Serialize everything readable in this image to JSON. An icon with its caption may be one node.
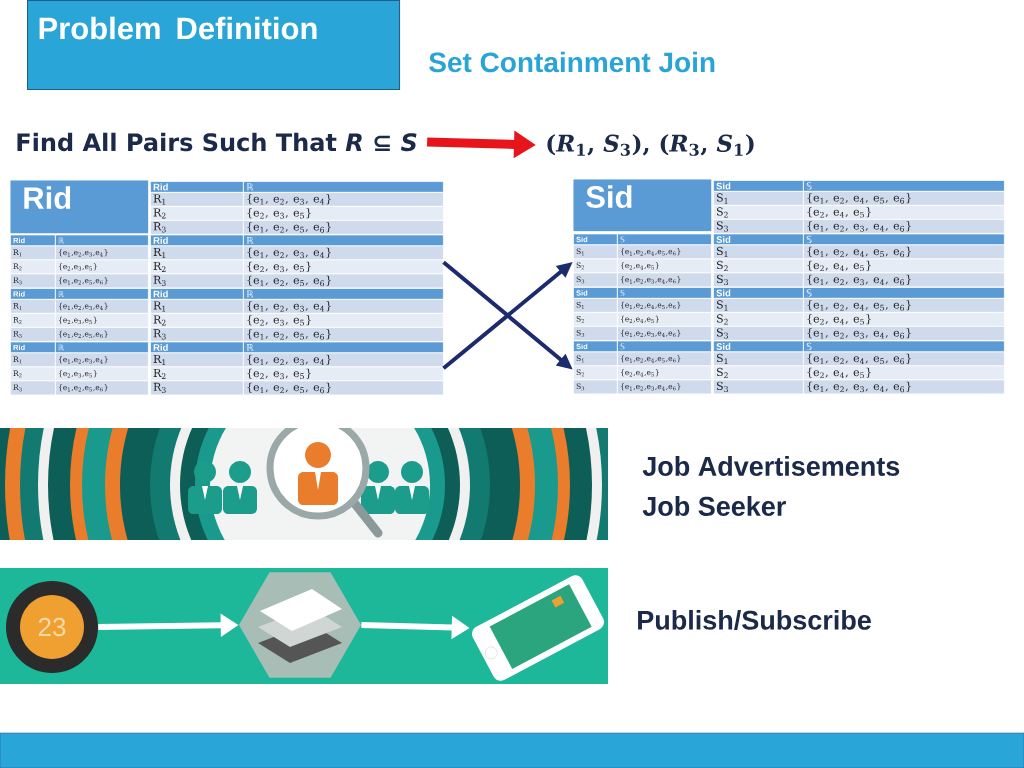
{
  "diagram": {
    "title": "Problem Definition",
    "nodes": [
      {
        "text": [
          "Find All Pairs Such That *R* ⊆ *S*"
        ]
      },
      {
        "text": [
          "(*R*$_{1}$, *S*$_{3}$), (*R*$_{3}$, *S*$_{1}$)"
        ]
      },
      {
        "text": [
          "Rid"
        ]
      },
      {
        "text": [
          "Sid"
        ]
      },
      {
        "text": [
          "23"
        ]
      },
      {
        "text": [],
        "shape": "picture"
      },
      {
        "text": [],
        "shape": "picture"
      }
    ],
    "edges": [
      {
        "from": 0,
        "to": 1,
        "arrow": "to",
        "color": "#e8141c"
      },
      {
        "from": 2,
        "to": 3,
        "arrow": "to",
        "color": "#1c2a6e"
      },
      {
        "from": 2,
        "to": 3,
        "arrow": "to",
        "color": "#1c2a6e"
      },
      {
        "from": 4,
        "to": 5,
        "arrow": "to",
        "color": "#ffffff"
      },
      {
        "from": 5,
        "to": 6,
        "arrow": "to",
        "color": "#ffffff"
      }
    ],
    "labels": [
      "Set Containment Join",
      "Rid",
      "ℝ",
      "R$_{1}$",
      "{e$_{1}$, e$_{2}$, e$_{3}$, e$_{4}$}",
      "R$_{2}$",
      "{e$_{2}$, e$_{3}$, e$_{5}$}",
      "R$_{3}$",
      "{e$_{1}$, e$_{2}$, e$_{5}$, e$_{6}$}",
      "Rid",
      "ℝ",
      "R$_{1}$",
      "{e$_{1}$,e$_{2}$,e$_{3}$,e$_{4}$}",
      "R$_{2}$",
      "{e$_{2}$,e$_{3}$,e$_{5}$}",
      "R$_{3}$",
      "{e$_{1}$,e$_{2}$,e$_{5}$,e$_{6}$}",
      "Rid",
      "ℝ",
      "R$_{1}$",
      "{e$_{1}$, e$_{2}$, e$_{3}$, e$_{4}$}",
      "R$_{2}$",
      "{e$_{2}$, e$_{3}$, e$_{5}$}",
      "R$_{3}$",
      "{e$_{1}$, e$_{2}$, e$_{5}$, e$_{6}$}",
      "Rid",
      "ℝ",
      "R$_{1}$",
      "{e$_{1}$,e$_{2}$,e$_{3}$,e$_{4}$}",
      "R$_{2}$",
      "{e$_{2}$,e$_{3}$,e$_{5}$}",
      "R$_{3}$",
      "{e$_{1}$,e$_{2}$,e$_{5}$,e$_{6}$}",
      "Rid",
      "ℝ",
      "R$_{1}$",
      "{e$_{1}$, e$_{2}$, e$_{3}$, e$_{4}$}",
      "R$_{2}$",
      "{e$_{2}$, e$_{3}$, e$_{5}$}",
      "R$_{3}$",
      "{e$_{1}$, e$_{2}$, e$_{5}$, e$_{6}$}",
      "Rid",
      "ℝ",
      "R$_{1}$",
      "{e$_{1}$,e$_{2}$,e$_{3}$,e$_{4}$}",
      "R$_{2}$",
      "{e$_{2}$,e$_{3}$,e$_{5}$}",
      "R$_{3}$",
      "{e$_{1}$,e$_{2}$,e$_{5}$,e$_{6}$}",
      "Rid",
      "ℝ",
      "R$_{1}$",
      "{e$_{1}$, e$_{2}$, e$_{3}$, e$_{4}$}",
      "R$_{2}$",
      "{e$_{2}$, e$_{3}$, e$_{5}$}",
      "R$_{3}$",
      "{e$_{1}$, e$_{2}$, e$_{5}$, e$_{6}$}",
      "Sid",
      "𝕊",
      "S$_{1}$",
      "{e$_{1}$, e$_{2}$, e$_{4}$, e$_{5}$, e$_{6}$}",
      "S$_{2}$",
      "{e$_{2}$, e$_{4}$, e$_{5}$}",
      "S$_{3}$",
      "{e$_{1}$, e$_{2}$, e$_{3}$, e$_{4}$, e$_{6}$}",
      "Sid",
      "𝕊",
      "S$_{1}$",
      "{e$_{1}$,e$_{2}$,e$_{4}$,e$_{5}$,e$_{6}$}",
      "S$_{2}$",
      "{e$_{2}$,e$_{4}$,e$_{5}$}",
      "S$_{3}$",
      "{e$_{1}$,e$_{2}$,e$_{3}$,e$_{4}$,e$_{6}$}",
      "Sid",
      "𝕊",
      "S$_{1}$",
      "{e$_{1}$, e$_{2}$, e$_{4}$, e$_{5}$, e$_{6}$}",
      "S$_{2}$",
      "{e$_{2}$, e$_{4}$, e$_{5}$}",
      "S$_{3}$",
      "{e$_{1}$, e$_{2}$, e$_{3}$, e$_{4}$, e$_{6}$}",
      "Sid",
      "𝕊",
      "S$_{1}$",
      "{e$_{1}$,e$_{2}$,e$_{4}$,e$_{5}$,e$_{6}$}",
      "S$_{2}$",
      "{e$_{2}$,e$_{4}$,e$_{5}$}",
      "S$_{3}$",
      "{e$_{1}$,e$_{2}$,e$_{3}$,e$_{4}$,e$_{6}$}",
      "Sid",
      "𝕊",
      "S$_{1}$",
      "{e$_{1}$, e$_{2}$, e$_{4}$, e$_{5}$, e$_{6}$}",
      "S$_{2}$",
      "{e$_{2}$, e$_{4}$, e$_{5}$}",
      "S$_{3}$",
      "{e$_{1}$, e$_{2}$, e$_{3}$, e$_{4}$, e$_{6}$}",
      "Sid",
      "𝕊",
      "S$_{1}$",
      "{e$_{1}$,e$_{2}$,e$_{4}$,e$_{5}$,e$_{6}$}",
      "S$_{2}$",
      "{e$_{2}$,e$_{4}$,e$_{5}$}",
      "S$_{3}$",
      "{e$_{1}$,e$_{2}$,e$_{3}$,e$_{4}$,e$_{6}$}",
      "Sid",
      "𝕊",
      "S$_{1}$",
      "{e$_{1}$, e$_{2}$, e$_{4}$, e$_{5}$, e$_{6}$}",
      "S$_{2}$",
      "{e$_{2}$, e$_{4}$, e$_{5}$}",
      "S$_{3}$",
      "{e$_{1}$, e$_{2}$, e$_{3}$, e$_{4}$, e$_{6}$}",
      "Job Advertisements",
      "Job Seeker",
      "Publish/Subscribe"
    ]
  }
}
